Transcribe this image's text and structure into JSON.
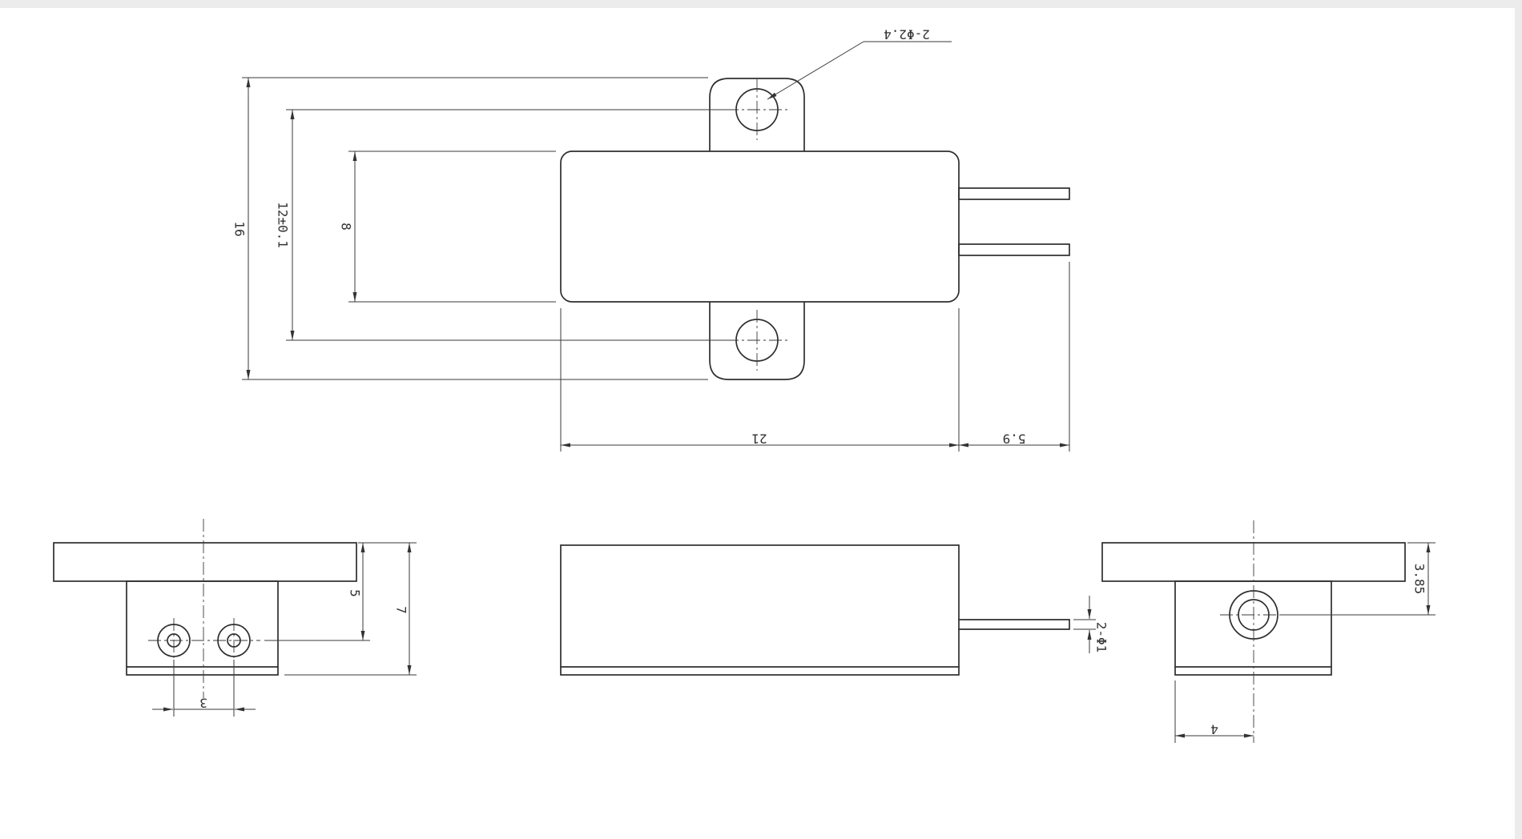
{
  "page": {
    "background": "#ffffff",
    "edge_color": "#ececec",
    "line_color": "#2e2e2e"
  },
  "drawing": {
    "kind": "mechanical-engineering-drawing",
    "component": "flanged module housing with two leads",
    "views": {
      "front": {
        "label": "front-view",
        "dims": {
          "overall_height": "16",
          "hole_spacing": "12±0.1",
          "body_height": "8",
          "body_length": "21",
          "pin_length": "5.9",
          "hole_callout": "2-Φ2.4"
        }
      },
      "left_end": {
        "label": "left-end-view",
        "dims": {
          "hole_center_depth": "5",
          "overall_depth": "7",
          "pin_pitch": "3"
        }
      },
      "bottom": {
        "label": "side-view",
        "dims": {
          "pin_callout": "2-Φ1"
        }
      },
      "right_end": {
        "label": "right-end-view",
        "dims": {
          "lens_center_depth": "3.85",
          "center_offset": "4"
        }
      }
    }
  }
}
